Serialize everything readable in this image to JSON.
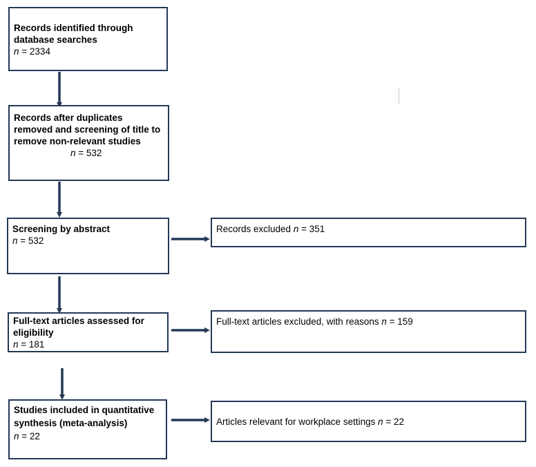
{
  "flow": {
    "identified": {
      "label": "Records identified through database searches",
      "n_prefix": "n",
      "n_value": "= 2334"
    },
    "duplicates": {
      "label": "Records after duplicates removed and screening of title to remove non-relevant studies",
      "n_prefix": "n",
      "n_value": "= 532"
    },
    "abstract": {
      "label": "Screening by abstract",
      "n_prefix": "n",
      "n_value": "= 532"
    },
    "fulltext": {
      "label": "Full-text articles assessed for eligibility",
      "n_prefix": "n",
      "n_value": "= 181"
    },
    "included": {
      "label": "Studies included in quantitative synthesis (meta-analysis)",
      "n_prefix": "n",
      "n_value": "= 22"
    }
  },
  "exclusions": {
    "abstract_excluded": {
      "label": "Records excluded",
      "n_prefix": "n",
      "n_value": "= 351"
    },
    "fulltext_excluded": {
      "label": "Full-text articles excluded, with reasons",
      "n_prefix": "n",
      "n_value": "= 159"
    },
    "workplace": {
      "label": "Articles relevant for workplace settings",
      "n_prefix": "n",
      "n_value": "= 22"
    }
  },
  "colors": {
    "border": "#243856",
    "arrow": "#243856"
  }
}
